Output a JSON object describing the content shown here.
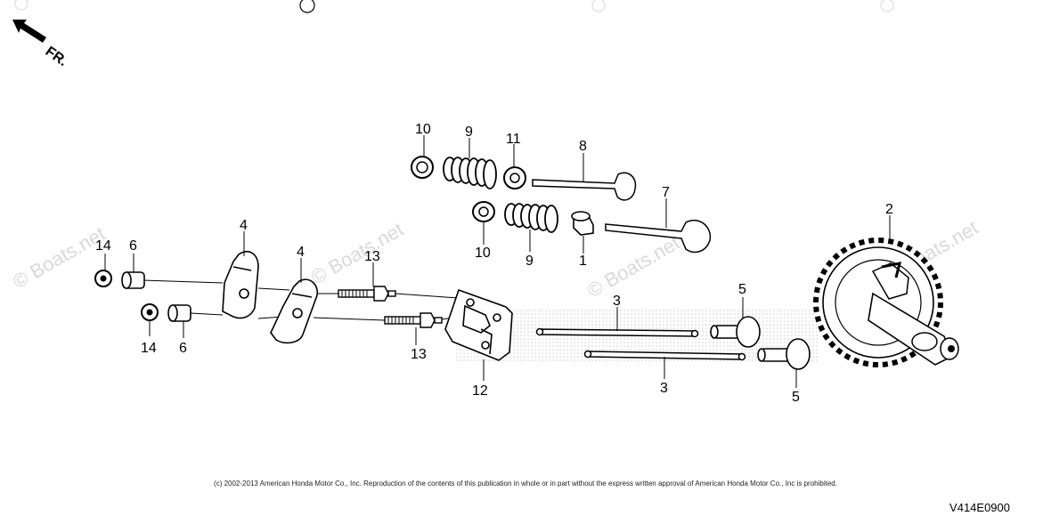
{
  "orientation_label": "FR.",
  "watermark": "© Boats.net",
  "part_numbers": [
    "1",
    "2",
    "3",
    "3",
    "4",
    "4",
    "5",
    "5",
    "6",
    "6",
    "7",
    "8",
    "9",
    "9",
    "10",
    "10",
    "11",
    "12",
    "13",
    "13",
    "14",
    "14"
  ],
  "copyright": "(c) 2002-2013 American Honda Motor Co., Inc. Reproduction of the contents of this publication in whole or in part without the express written approval of American Honda Motor Co., Inc is prohibited.",
  "diagram_code": "V414E0900"
}
